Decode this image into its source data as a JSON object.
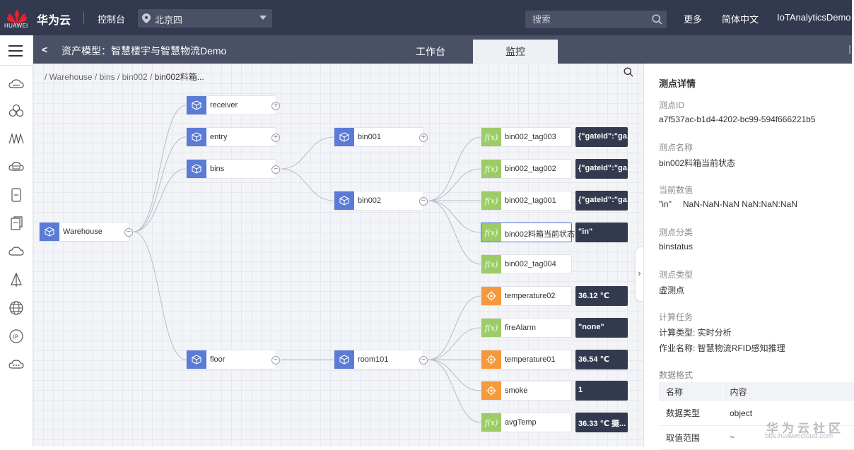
{
  "topbar": {
    "logo_text": "HUAWEI",
    "brand": "华为云",
    "console": "控制台",
    "region": "北京四",
    "search_placeholder": "搜索",
    "more": "更多",
    "language": "简体中文",
    "user": "IoTAnalyticsDemo"
  },
  "rail": {
    "icons": [
      "cloud-icon",
      "cloud-stack-icon",
      "wave-icon",
      "cloud-device-icon",
      "document-icon",
      "file-icon",
      "cloud-upload-icon",
      "tree-icon",
      "globe-icon",
      "ip-icon",
      "cloud-more-icon"
    ]
  },
  "subheader": {
    "back": "<",
    "title": "资产模型：智慧楼宇与智慧物流Demo",
    "tabs": [
      {
        "label": "工作台",
        "active": false
      },
      {
        "label": "监控",
        "active": true
      }
    ]
  },
  "breadcrumb": {
    "path": "/ Warehouse / bins / bin002 / ",
    "current": "bin002料箱..."
  },
  "graph": {
    "nodes": {
      "warehouse": {
        "label": "Warehouse",
        "toggle": "−"
      },
      "receiver": {
        "label": "receiver",
        "toggle": "+"
      },
      "entry": {
        "label": "entry",
        "toggle": "+"
      },
      "bins": {
        "label": "bins",
        "toggle": "−"
      },
      "floor": {
        "label": "floor",
        "toggle": "−"
      },
      "bin001": {
        "label": "bin001",
        "toggle": "+"
      },
      "bin002": {
        "label": "bin002",
        "toggle": "−"
      },
      "room101": {
        "label": "room101",
        "toggle": "−"
      },
      "tag003": {
        "label": "bin002_tag003",
        "value": "{\"gateId\":\"ga..."
      },
      "tag002": {
        "label": "bin002_tag002",
        "value": "{\"gateId\":\"ga..."
      },
      "tag001": {
        "label": "bin002_tag001",
        "value": "{\"gateId\":\"ga..."
      },
      "status": {
        "label": "bin002料箱当前状态...",
        "value": "\"in\""
      },
      "tag004": {
        "label": "bin002_tag004"
      },
      "temp02": {
        "label": "temperature02",
        "value": "36.12 ℃"
      },
      "fire": {
        "label": "fireAlarm",
        "value": "\"none\""
      },
      "temp01": {
        "label": "temperature01",
        "value": "36.54 ℃"
      },
      "smoke": {
        "label": "smoke",
        "value": "1"
      },
      "avg": {
        "label": "avgTemp",
        "value": "36.33 ℃  摄..."
      }
    },
    "fx_symbol": "f(x)"
  },
  "panel": {
    "title": "测点详情",
    "fields": {
      "id_label": "测点ID",
      "id_value": "a7f537ac-b1d4-4202-bc99-594f666221b5",
      "name_label": "测点名称",
      "name_value": "bin002料箱当前状态",
      "current_label": "当前数值",
      "current_value": "\"in\"",
      "current_time": "NaN-NaN-NaN NaN:NaN:NaN",
      "category_label": "测点分类",
      "category_value": "binstatus",
      "type_label": "测点类型",
      "type_value": "虚测点",
      "task_label": "计算任务",
      "task_calc": "计算类型: 实时分析",
      "task_job": "作业名称: 智慧物流RFID感知推理",
      "format_label": "数据格式"
    },
    "table": {
      "headers": [
        "名称",
        "内容"
      ],
      "rows": [
        [
          "数据类型",
          "object"
        ],
        [
          "取值范围",
          "~"
        ]
      ]
    },
    "watermark": {
      "title": "华为云社区",
      "url": "bbs.huaweicloud.com"
    }
  }
}
